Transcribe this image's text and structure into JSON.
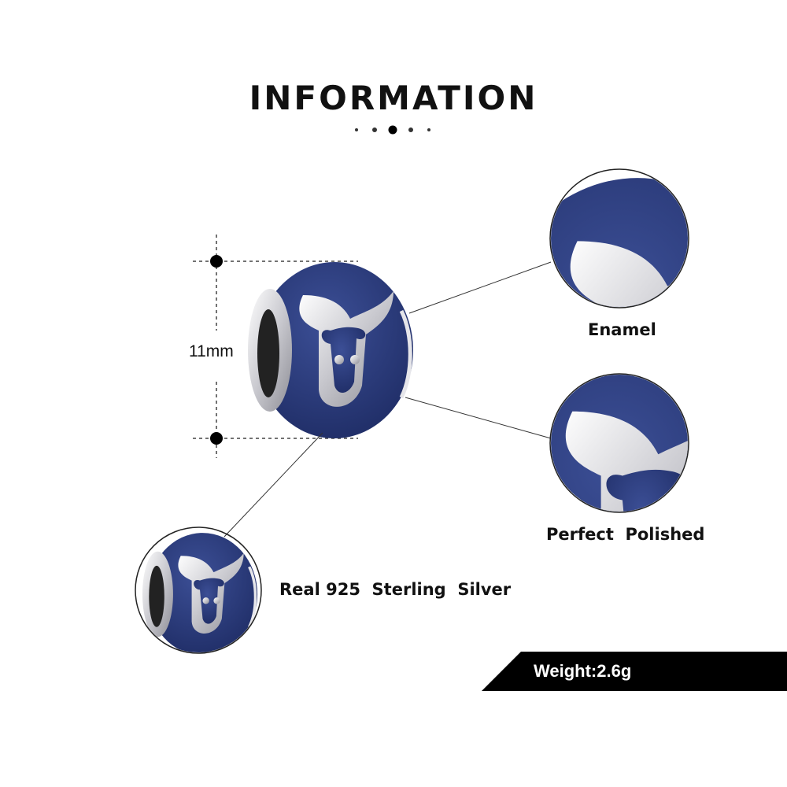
{
  "header": {
    "title": "INFORMATION"
  },
  "dimension": {
    "label": "11mm"
  },
  "features": {
    "enamel": "Enamel",
    "polished": "Perfect  Polished",
    "silver": "Real 925  Sterling  Silver"
  },
  "weight": {
    "label": "Weight:2.6g"
  },
  "colors": {
    "enamel_blue": "#283a7c",
    "silver": "#d8d8dc",
    "banner": "#000000"
  }
}
